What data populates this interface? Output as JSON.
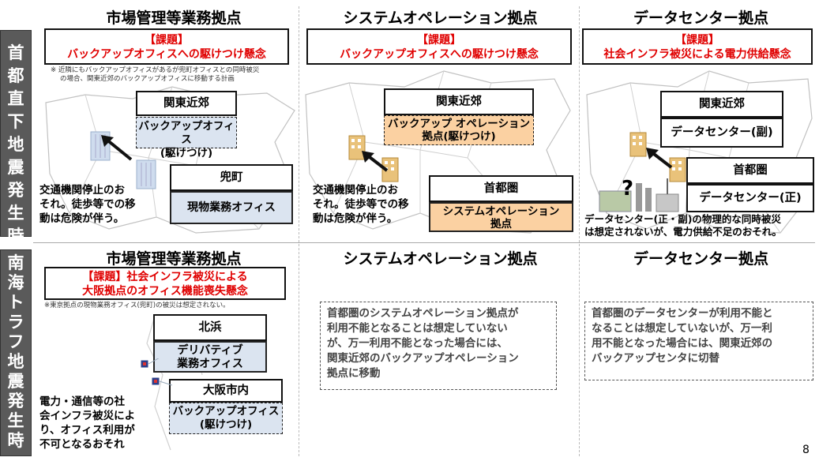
{
  "side_labels": {
    "top": [
      "首",
      "都",
      "直",
      "下",
      "地",
      "震",
      "発",
      "生",
      "時"
    ],
    "bottom": [
      "南",
      "海",
      "ト",
      "ラ",
      "フ",
      "地",
      "震",
      "発",
      "生",
      "時"
    ]
  },
  "top_row": {
    "col1": {
      "heading": "市場管理等業務拠点",
      "issue_tag": "【課題】",
      "issue_text": "バックアップオフィスへの駆けつけ懸念",
      "note_line1": "※ 近隣にもバックアップオフィスがあるが兜町オフィスとの同時被災",
      "note_line2": "の場合、関東近郊のバックアップオフィスに移動する計画",
      "region_label": "関東近郊",
      "backup_line1": "バックアップオフィス",
      "backup_line2": "(駆けつけ)",
      "site_label": "兜町",
      "site_office": "現物業務オフィス",
      "desc_line1": "交通機関停止のお",
      "desc_line2": "それ。徒歩等での移",
      "desc_line3": "動は危険が伴う。"
    },
    "col2": {
      "heading": "システムオペレーション拠点",
      "issue_tag": "【課題】",
      "issue_text": "バックアップオフィスへの駆けつけ懸念",
      "region_label": "関東近郊",
      "backup_line1": "バックアップ オペレーション",
      "backup_line2": "拠点(駆けつけ)",
      "site_label": "首都圏",
      "site_line1": "システムオペレーション",
      "site_line2": "拠点",
      "desc_line1": "交通機関停止のお",
      "desc_line2": "それ。徒歩等での移",
      "desc_line3": "動は危険が伴う。"
    },
    "col3": {
      "heading": "データセンター拠点",
      "issue_tag": "【課題】",
      "issue_text": "社会インフラ被災による電力供給懸念",
      "region_label": "関東近郊",
      "dc_sub": "データセンター(副)",
      "site_label": "首都圏",
      "dc_main": "データセンター(正)",
      "question": "?",
      "desc_line1": "データセンター(正・副)の物理的な同時被災",
      "desc_line2": "は想定されないが、電力供給不足のおそれ。"
    }
  },
  "bottom_row": {
    "col1": {
      "heading": "市場管理等業務拠点",
      "issue_line1": "【課題】社会インフラ被災による",
      "issue_line2": "大阪拠点のオフィス機能喪失懸念",
      "note": "※東京拠点の現物業務オフィス(兜町)の被災は想定されない。",
      "site1_label": "北浜",
      "site1_line1": "デリバティブ",
      "site1_line2": "業務オフィス",
      "site2_label": "大阪市内",
      "site2_line1": "バックアップオフィス",
      "site2_line2": "(駆けつけ)",
      "desc_line1": "電力・通信等の社",
      "desc_line2": "会インフラ被災によ",
      "desc_line3": "り、オフィス利用が",
      "desc_line4": "不可となるおそれ"
    },
    "col2": {
      "heading": "システムオペレーション拠点",
      "text_line1": "首都圏のシステムオペレーション拠点が",
      "text_line2": "利用不能となることは想定していない",
      "text_line3": "が、万一利用不能となった場合には、",
      "text_line4": "関東近郊のバックアップオペレーション",
      "text_line5": "拠点に移動"
    },
    "col3": {
      "heading": "データセンター拠点",
      "text_line1": "首都圏のデータセンターが利用不能と",
      "text_line2": "なることは想定していないが、万一利",
      "text_line3": "用不能となった場合には、関東近郊の",
      "text_line4": "バックアップセンタに切替"
    }
  },
  "page_number": "8",
  "colors": {
    "side_bar": "#5a5a5a",
    "issue_red": "#e00000",
    "blue_box": "#dbe4f0",
    "orange_box": "#fbd1a2"
  }
}
